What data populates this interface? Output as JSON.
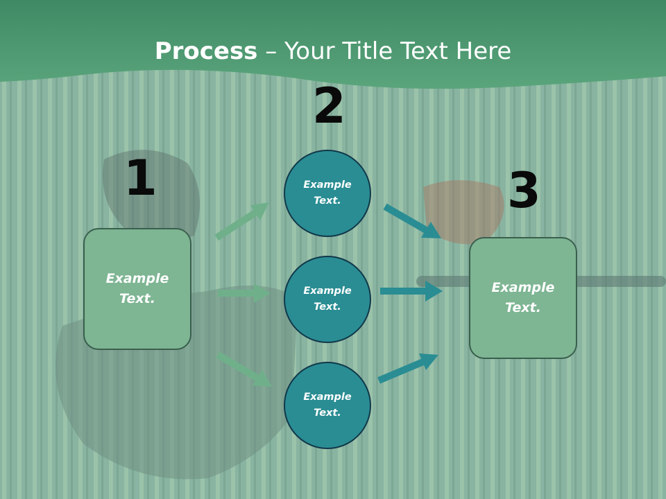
{
  "slide": {
    "title_strong": "Process",
    "title_rest": " – Your Title Text Here",
    "step_numbers": [
      "1",
      "2",
      "3"
    ],
    "left_box_text": "Example Text.",
    "right_box_text": "Example Text.",
    "circles": [
      "Example Text.",
      "Example Text.",
      "Example Text."
    ]
  },
  "colors": {
    "header_green": "#4f9a72",
    "box_fill": "#7eb593",
    "circle_fill": "#2a8d93",
    "arrow_light": "#6fb08a",
    "arrow_teal": "#2a8d93"
  }
}
